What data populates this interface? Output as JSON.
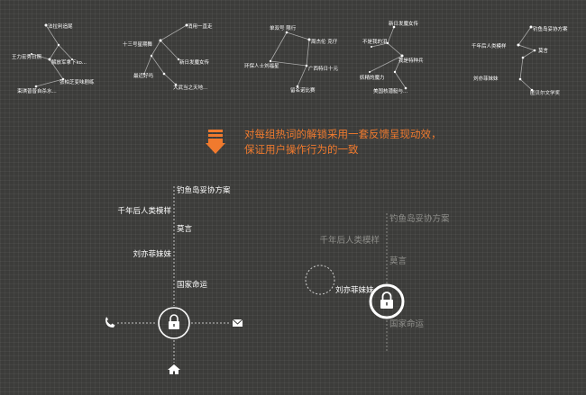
{
  "constellations": [
    {
      "words": [
        "法拉利追尾",
        "王力宏秀日照",
        "解放军拿下ko...",
        "张柏芝变味剧练",
        "束琪普普自杀水..."
      ]
    },
    {
      "words": [
        "消用一直走",
        "十三号星期舞",
        "新日发魔女传",
        "最近好吗",
        "大武当之天地..."
      ]
    },
    {
      "words": [
        "单双号 限行",
        "周杰伦 克仔",
        "环保人士刘福星",
        "广西特日十元",
        "留名诺比赛"
      ]
    },
    {
      "words": [
        "新日发魔女传",
        "不是我的泪",
        "我是特种兵",
        "妖精的魔力",
        "美国核潜艇与..."
      ]
    },
    {
      "words": [
        "钓鱼岛妥协方案",
        "千年后人类模样",
        "莫言",
        "刘亦菲妹妹",
        "匿贝尔文学奖"
      ]
    }
  ],
  "caption": {
    "line1": "对每组热词的解锁采用一套反馈呈现动效，",
    "line2": "保证用户操作行为的一致"
  },
  "left_panel": {
    "words": [
      "钓鱼岛妥协方案",
      "千年后人类模样",
      "莫言",
      "刘亦菲妹妹",
      "国家命运"
    ],
    "icons": [
      "phone-icon",
      "lock-icon",
      "mail-icon",
      "home-icon"
    ]
  },
  "right_panel": {
    "words": [
      "钓鱼岛妥协方案",
      "千年后人类模样",
      "莫言",
      "刘亦菲妹妹",
      "国家命运"
    ],
    "icons": [
      "lock-icon"
    ]
  },
  "colors": {
    "accent": "#f07a2e",
    "background": "#3c3c3a",
    "muted": "#8f8f8b"
  }
}
